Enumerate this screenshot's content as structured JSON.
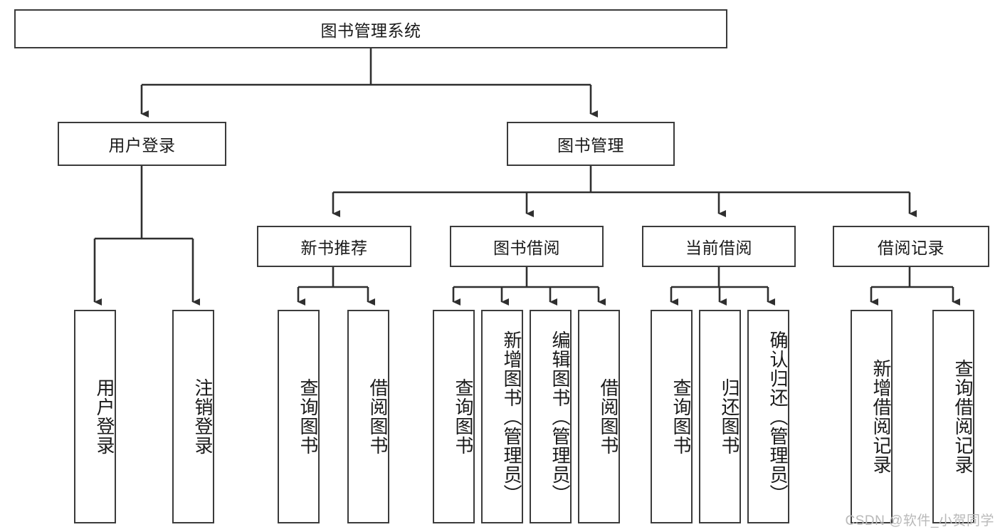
{
  "diagram": {
    "title": "图书管理系统",
    "type": "hierarchy-tree",
    "root": {
      "label": "图书管理系统"
    },
    "level1": [
      {
        "label": "用户登录"
      },
      {
        "label": "图书管理"
      }
    ],
    "level2": [
      {
        "label": "新书推荐"
      },
      {
        "label": "图书借阅"
      },
      {
        "label": "当前借阅"
      },
      {
        "label": "借阅记录"
      }
    ],
    "leaves": {
      "user_login": [
        {
          "label": "用户登录"
        },
        {
          "label": "注销登录"
        }
      ],
      "new_book_recommend": [
        {
          "label": "查询图书"
        },
        {
          "label": "借阅图书"
        }
      ],
      "book_borrow": [
        {
          "label": "查询图书"
        },
        {
          "label": "新增图书（管理员）"
        },
        {
          "label": "编辑图书（管理员）"
        },
        {
          "label": "借阅图书"
        }
      ],
      "current_borrow": [
        {
          "label": "查询图书"
        },
        {
          "label": "归还图书"
        },
        {
          "label": "确认归还（管理员）"
        }
      ],
      "borrow_record": [
        {
          "label": "新增借阅记录"
        },
        {
          "label": "查询借阅记录"
        }
      ]
    }
  },
  "watermark": {
    "text": "CSDN @软件_小贺同学"
  },
  "colors": {
    "background": "#ffffff",
    "box_border": "#3b3b3b",
    "text": "#1a1a1a",
    "edge": "#2f2f2f",
    "watermark": "#b9b9b9"
  }
}
